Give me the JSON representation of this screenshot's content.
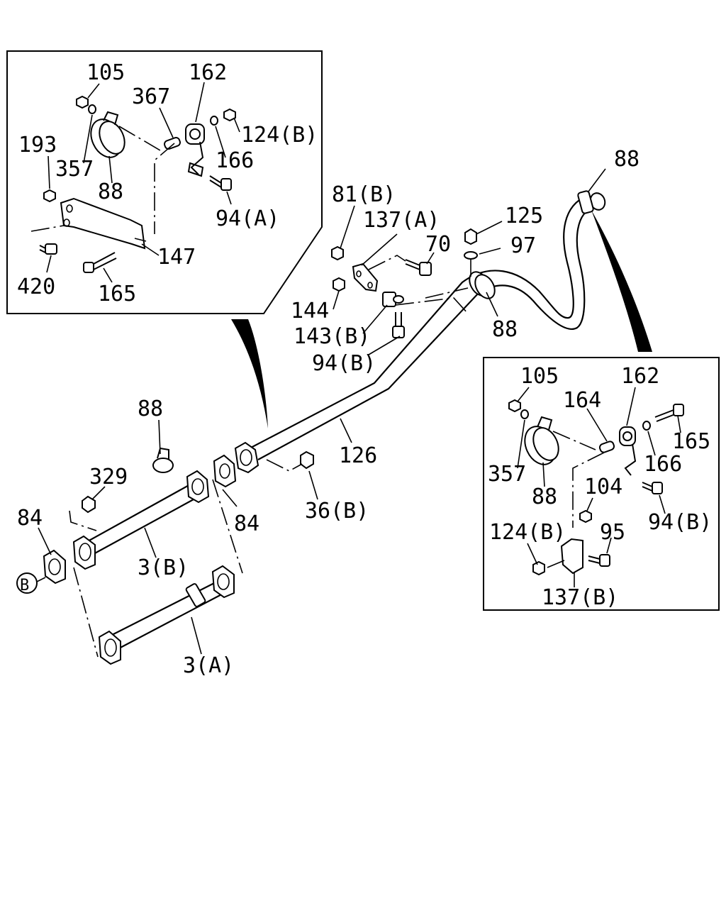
{
  "callouts": {
    "l105": "105",
    "l162": "162",
    "l367": "367",
    "l124b": "124(B)",
    "l193": "193",
    "l357": "357",
    "l166": "166",
    "l88a": "88",
    "l94a": "94(A)",
    "l147": "147",
    "l420": "420",
    "l165": "165",
    "m81b": "81(B)",
    "m137a": "137(A)",
    "m70": "70",
    "m125": "125",
    "m97": "97",
    "m88top": "88",
    "m144": "144",
    "m143b": "143(B)",
    "m88mid": "88",
    "m94b": "94(B)",
    "m126": "126",
    "m88clamp": "88",
    "m329": "329",
    "m84left": "84",
    "m84mid": "84",
    "m36b": "36(B)",
    "m3b": "3(B)",
    "m3a": "3(A)",
    "mB": "B",
    "r105": "105",
    "r162": "162",
    "r164": "164",
    "r165": "165",
    "r357": "357",
    "r166": "166",
    "r88": "88",
    "r104": "104",
    "r94b": "94(B)",
    "r124b": "124(B)",
    "r95": "95",
    "r137b": "137(B)"
  }
}
